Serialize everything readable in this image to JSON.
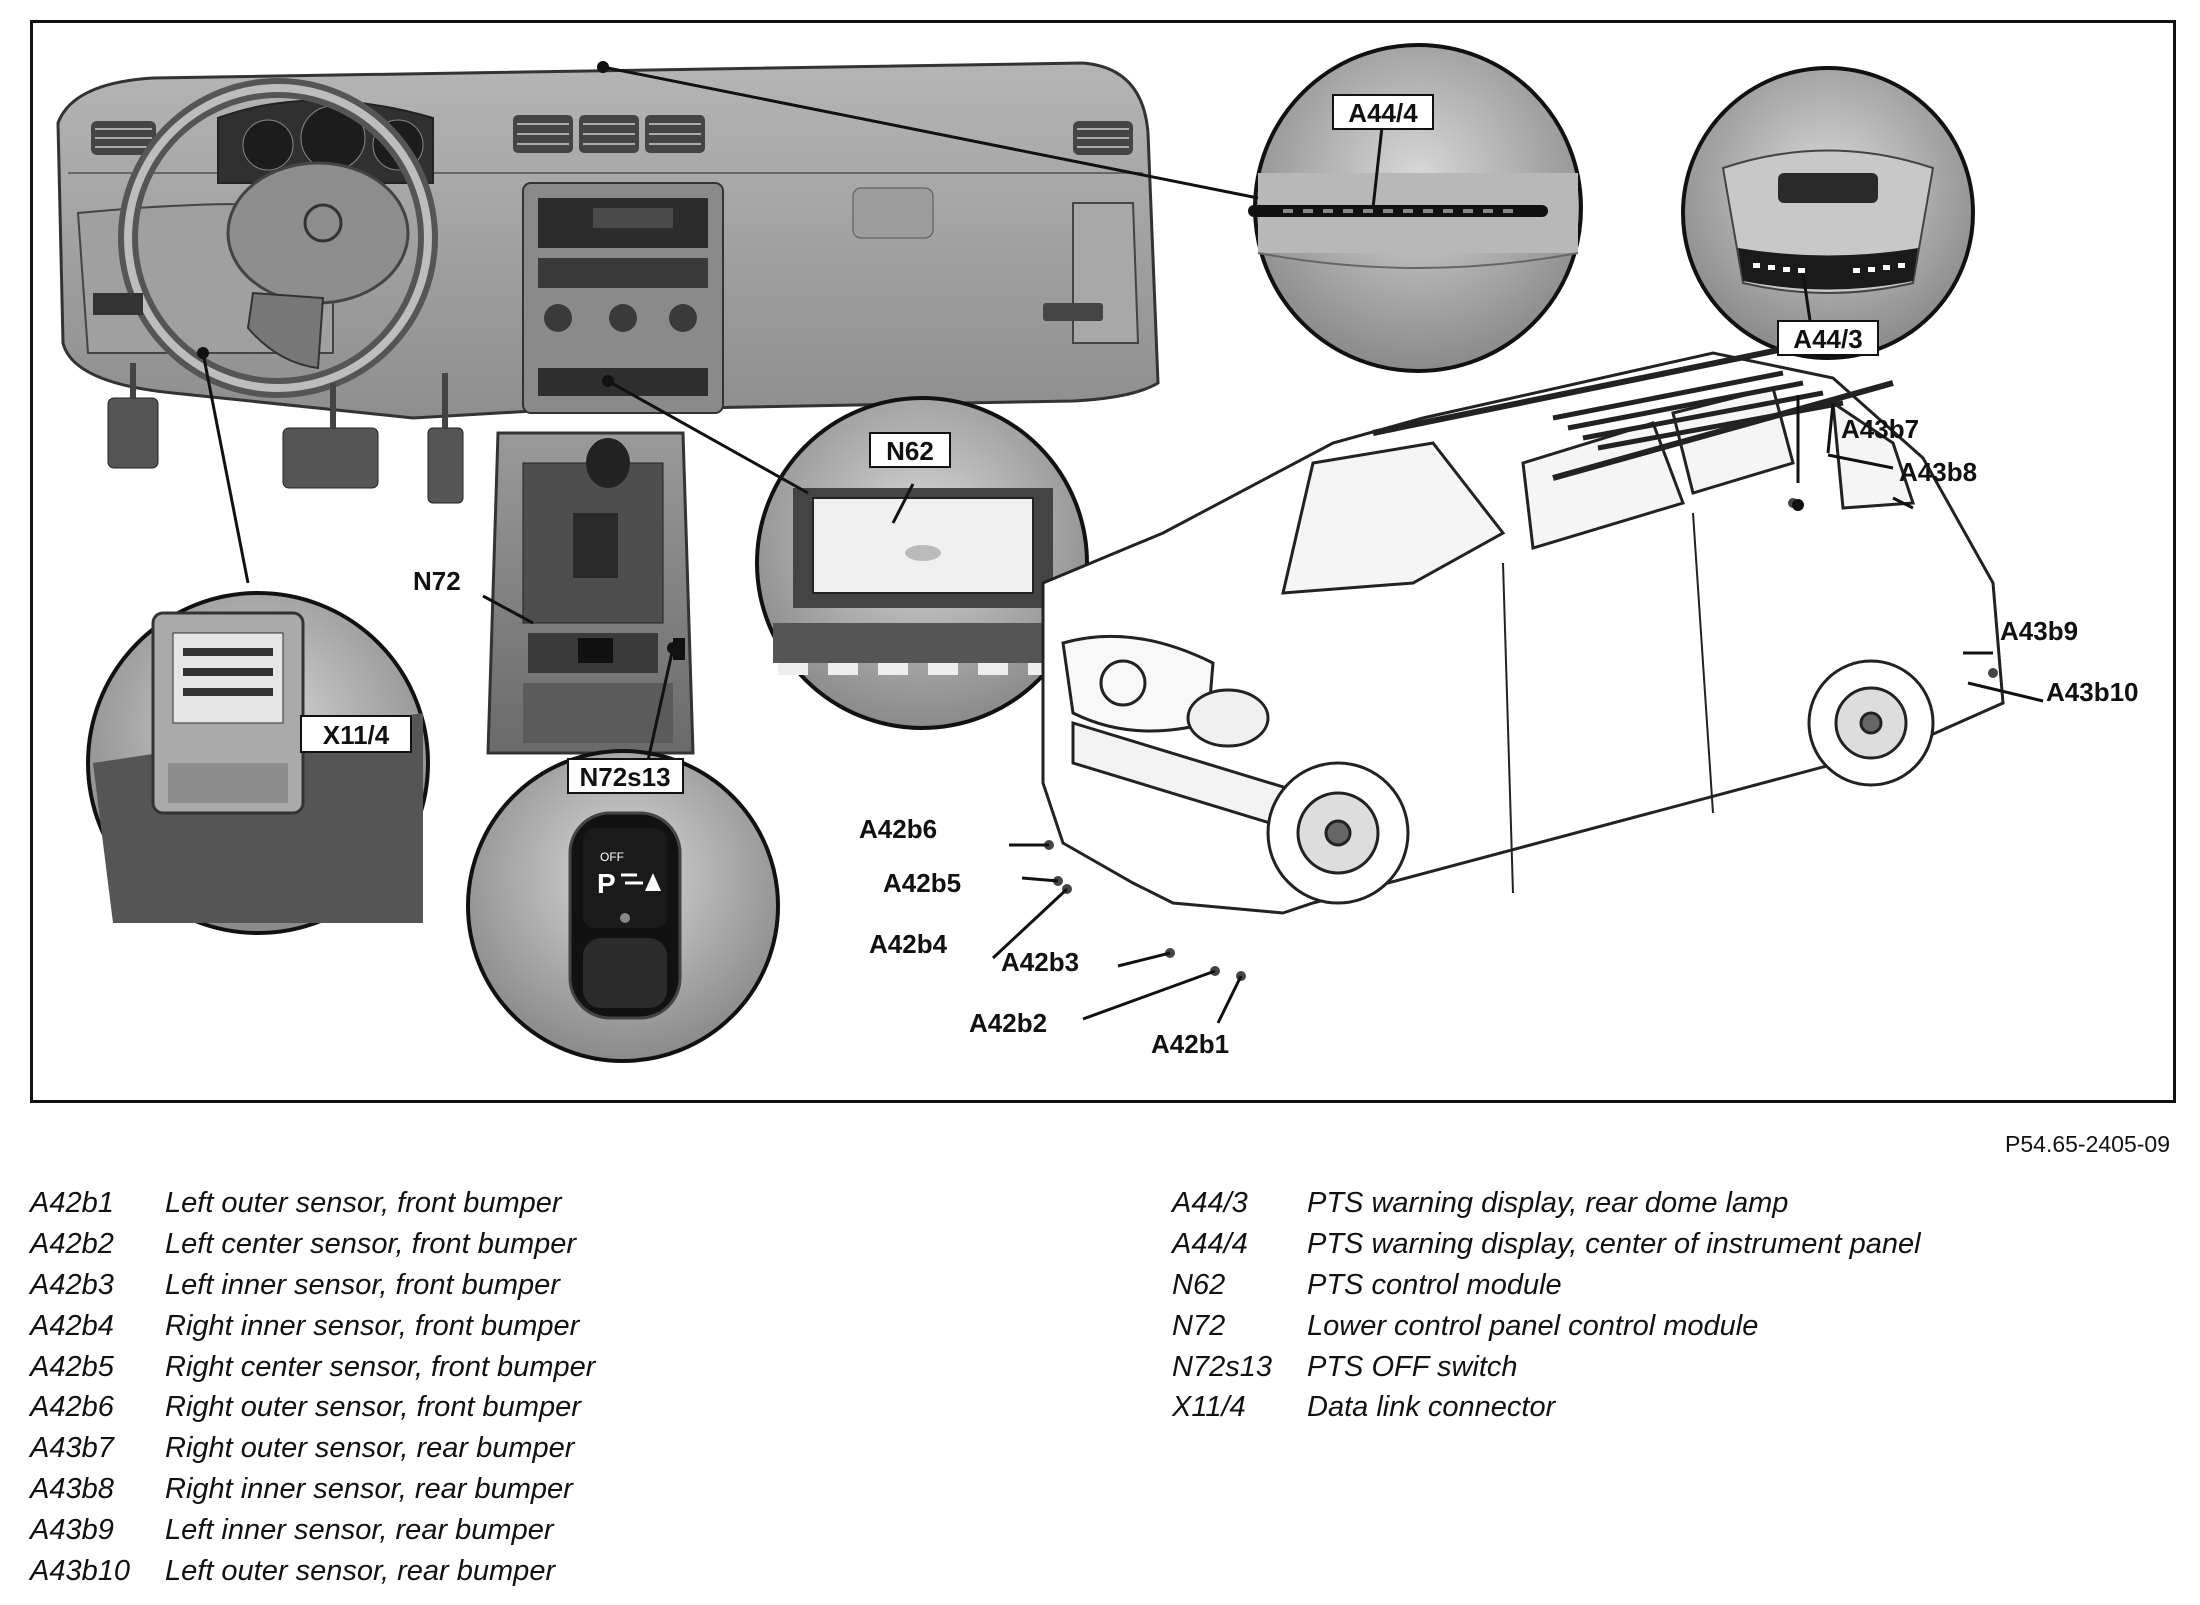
{
  "callouts": {
    "a44_4": "A44/4",
    "a44_3": "A44/3",
    "n62": "N62",
    "n72": "N72",
    "x11_4": "X11/4",
    "n72s13": "N72s13",
    "a43b7": "A43b7",
    "a43b8": "A43b8",
    "a43b9": "A43b9",
    "a43b10": "A43b10",
    "a42b6": "A42b6",
    "a42b5": "A42b5",
    "a42b4": "A42b4",
    "a42b3": "A42b3",
    "a42b2": "A42b2",
    "a42b1": "A42b1"
  },
  "switch_label": {
    "off": "OFF",
    "p": "P"
  },
  "figure_code": "P54.65-2405-09",
  "legend_left": [
    {
      "code": "A42b1",
      "desc": "Left outer sensor, front bumper"
    },
    {
      "code": "A42b2",
      "desc": "Left center sensor, front bumper"
    },
    {
      "code": "A42b3",
      "desc": "Left inner sensor, front bumper"
    },
    {
      "code": "A42b4",
      "desc": "Right inner sensor, front bumper"
    },
    {
      "code": "A42b5",
      "desc": "Right center sensor, front bumper"
    },
    {
      "code": "A42b6",
      "desc": "Right outer sensor, front bumper"
    },
    {
      "code": "A43b7",
      "desc": "Right outer sensor, rear bumper"
    },
    {
      "code": "A43b8",
      "desc": "Right inner sensor, rear bumper"
    },
    {
      "code": "A43b9",
      "desc": "Left inner sensor, rear bumper"
    },
    {
      "code": "A43b10",
      "desc": "Left outer sensor, rear bumper"
    }
  ],
  "legend_right": [
    {
      "code": "A44/3",
      "desc": "PTS warning display, rear dome lamp"
    },
    {
      "code": "A44/4",
      "desc": "PTS warning display, center of instrument panel"
    },
    {
      "code": "N62",
      "desc": "PTS control module"
    },
    {
      "code": "N72",
      "desc": "Lower control panel control module"
    },
    {
      "code": "N72s13",
      "desc": "PTS OFF switch"
    },
    {
      "code": "X11/4",
      "desc": "Data link connector"
    }
  ]
}
